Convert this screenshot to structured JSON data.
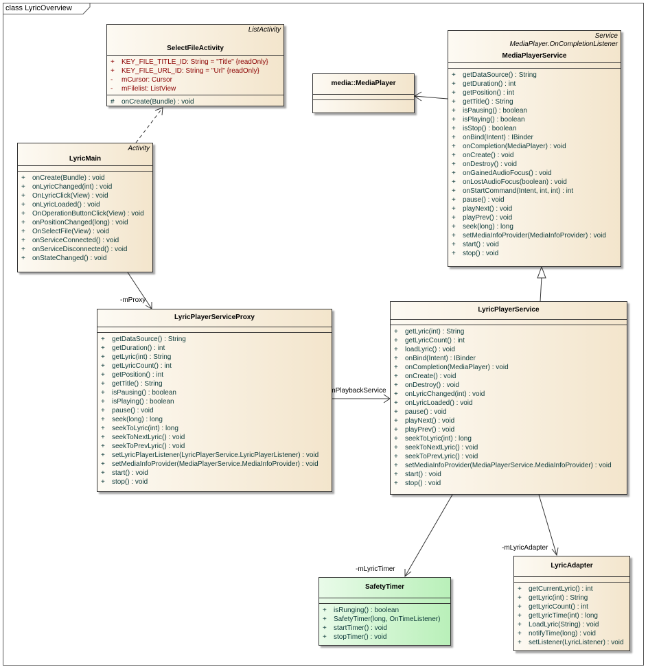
{
  "diagram_title": "class LyricOverview",
  "classes": {
    "select_file_activity": {
      "stereotypes": [
        "ListActivity"
      ],
      "name": "SelectFileActivity",
      "attributes": [
        {
          "vis": "+",
          "text": "KEY_FILE_TITLE_ID:  String = \"Title\" {readOnly}"
        },
        {
          "vis": "+",
          "text": "KEY_FILE_URL_ID:  String = \"Url\" {readOnly}"
        },
        {
          "vis": "-",
          "text": "mCursor:  Cursor"
        },
        {
          "vis": "-",
          "text": "mFilelist:  ListView"
        }
      ],
      "operations": [
        {
          "vis": "#",
          "text": "onCreate(Bundle) : void"
        }
      ]
    },
    "media_player": {
      "stereotypes": [],
      "name": "media::MediaPlayer",
      "attributes": [],
      "operations": []
    },
    "media_player_service": {
      "stereotypes": [
        "Service",
        "MediaPlayer.OnCompletionListener"
      ],
      "name": "MediaPlayerService",
      "attributes": [],
      "operations": [
        {
          "vis": "+",
          "text": "getDataSource() : String"
        },
        {
          "vis": "+",
          "text": "getDuration() : int"
        },
        {
          "vis": "+",
          "text": "getPosition() : int"
        },
        {
          "vis": "+",
          "text": "getTitle() : String"
        },
        {
          "vis": "+",
          "text": "isPausing() : boolean"
        },
        {
          "vis": "+",
          "text": "isPlaying() : boolean"
        },
        {
          "vis": "+",
          "text": "isStop() : boolean"
        },
        {
          "vis": "+",
          "text": "onBind(Intent) : IBinder"
        },
        {
          "vis": "+",
          "text": "onCompletion(MediaPlayer) : void"
        },
        {
          "vis": "+",
          "text": "onCreate() : void"
        },
        {
          "vis": "+",
          "text": "onDestroy() : void"
        },
        {
          "vis": "+",
          "text": "onGainedAudioFocus() : void"
        },
        {
          "vis": "+",
          "text": "onLostAudioFocus(boolean) : void"
        },
        {
          "vis": "+",
          "text": "onStartCommand(Intent, int, int) : int"
        },
        {
          "vis": "+",
          "text": "pause() : void"
        },
        {
          "vis": "+",
          "text": "playNext() : void"
        },
        {
          "vis": "+",
          "text": "playPrev() : void"
        },
        {
          "vis": "+",
          "text": "seek(long) : long"
        },
        {
          "vis": "+",
          "text": "setMediaInfoProvider(MediaInfoProvider) : void"
        },
        {
          "vis": "+",
          "text": "start() : void"
        },
        {
          "vis": "+",
          "text": "stop() : void"
        }
      ]
    },
    "lyric_main": {
      "stereotypes": [
        "Activity"
      ],
      "name": "LyricMain",
      "attributes": [],
      "operations": [
        {
          "vis": "+",
          "text": "onCreate(Bundle) : void"
        },
        {
          "vis": "+",
          "text": "onLyricChanged(int) : void"
        },
        {
          "vis": "+",
          "text": "OnLyricClick(View) : void"
        },
        {
          "vis": "+",
          "text": "onLyricLoaded() : void"
        },
        {
          "vis": "+",
          "text": "OnOperationButtonClick(View) : void"
        },
        {
          "vis": "+",
          "text": "onPositionChanged(long) : void"
        },
        {
          "vis": "+",
          "text": "OnSelectFile(View) : void"
        },
        {
          "vis": "+",
          "text": "onServiceConnected() : void"
        },
        {
          "vis": "+",
          "text": "onServiceDisconnected() : void"
        },
        {
          "vis": "+",
          "text": "onStateChanged() : void"
        }
      ]
    },
    "lyric_player_service_proxy": {
      "stereotypes": [],
      "name": "LyricPlayerServiceProxy",
      "attributes": [],
      "operations": [
        {
          "vis": "+",
          "text": "getDataSource() : String"
        },
        {
          "vis": "+",
          "text": "getDuration() : int"
        },
        {
          "vis": "+",
          "text": "getLyric(int) : String"
        },
        {
          "vis": "+",
          "text": "getLyricCount() : int"
        },
        {
          "vis": "+",
          "text": "getPosition() : int"
        },
        {
          "vis": "+",
          "text": "getTitle() : String"
        },
        {
          "vis": "+",
          "text": "isPausing() : boolean"
        },
        {
          "vis": "+",
          "text": "isPlaying() : boolean"
        },
        {
          "vis": "+",
          "text": "pause() : void"
        },
        {
          "vis": "+",
          "text": "seek(long) : long"
        },
        {
          "vis": "+",
          "text": "seekToLyric(int) : long"
        },
        {
          "vis": "+",
          "text": "seekToNextLyric() : void"
        },
        {
          "vis": "+",
          "text": "seekToPrevLyric() : void"
        },
        {
          "vis": "+",
          "text": "setLyricPlayerListener(LyricPlayerService.LyricPlayerListener) : void"
        },
        {
          "vis": "+",
          "text": "setMediaInfoProvider(MediaPlayerService.MediaInfoProvider) : void"
        },
        {
          "vis": "+",
          "text": "start() : void"
        },
        {
          "vis": "+",
          "text": "stop() : void"
        }
      ]
    },
    "lyric_player_service": {
      "stereotypes": [],
      "name": "LyricPlayerService",
      "attributes": [],
      "operations": [
        {
          "vis": "+",
          "text": "getLyric(int) : String"
        },
        {
          "vis": "+",
          "text": "getLyricCount() : int"
        },
        {
          "vis": "+",
          "text": "loadLyric() : void"
        },
        {
          "vis": "+",
          "text": "onBind(Intent) : IBinder"
        },
        {
          "vis": "+",
          "text": "onCompletion(MediaPlayer) : void"
        },
        {
          "vis": "+",
          "text": "onCreate() : void"
        },
        {
          "vis": "+",
          "text": "onDestroy() : void"
        },
        {
          "vis": "+",
          "text": "onLyricChanged(int) : void"
        },
        {
          "vis": "+",
          "text": "onLyricLoaded() : void"
        },
        {
          "vis": "+",
          "text": "pause() : void"
        },
        {
          "vis": "+",
          "text": "playNext() : void"
        },
        {
          "vis": "+",
          "text": "playPrev() : void"
        },
        {
          "vis": "+",
          "text": "seekToLyric(int) : long"
        },
        {
          "vis": "+",
          "text": "seekToNextLyric() : void"
        },
        {
          "vis": "+",
          "text": "seekToPrevLyric() : void"
        },
        {
          "vis": "+",
          "text": "setMediaInfoProvider(MediaPlayerService.MediaInfoProvider) : void"
        },
        {
          "vis": "+",
          "text": "start() : void"
        },
        {
          "vis": "+",
          "text": "stop() : void"
        }
      ]
    },
    "safety_timer": {
      "stereotypes": [],
      "name": "SafetyTimer",
      "attributes": [],
      "operations": [
        {
          "vis": "+",
          "text": "isRunging() : boolean"
        },
        {
          "vis": "+",
          "text": "SafetyTimer(long, OnTimeListener)"
        },
        {
          "vis": "+",
          "text": "startTimer() : void"
        },
        {
          "vis": "+",
          "text": "stopTimer() : void"
        }
      ]
    },
    "lyric_adapter": {
      "stereotypes": [],
      "name": "LyricAdapter",
      "attributes": [],
      "operations": [
        {
          "vis": "+",
          "text": "getCurrentLyric() : int"
        },
        {
          "vis": "+",
          "text": "getLyric(int) : String"
        },
        {
          "vis": "+",
          "text": "getLyricCount() : int"
        },
        {
          "vis": "+",
          "text": "getLyricTime(int) : long"
        },
        {
          "vis": "+",
          "text": "LoadLyric(String) : void"
        },
        {
          "vis": "+",
          "text": "notifyTime(long) : void"
        },
        {
          "vis": "+",
          "text": "setListener(LyricListener) : void"
        }
      ]
    }
  },
  "associations": {
    "proxy_role": "-mProxy",
    "playback_role": "-mPlaybackService",
    "timer_role": "-mLyricTimer",
    "adapter_role": "-mLyricAdapter"
  }
}
